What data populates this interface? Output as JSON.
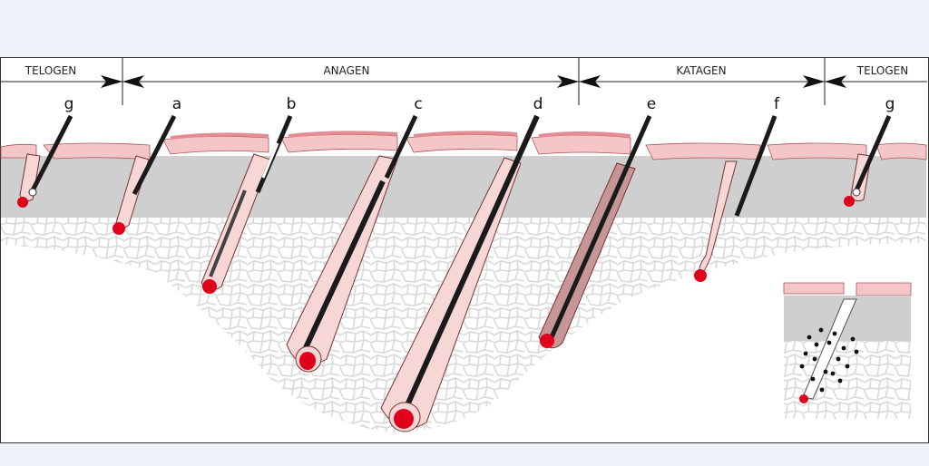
{
  "phases": [
    "TELOGEN",
    "ANAGEN",
    "KATAGEN",
    "TELOGEN"
  ],
  "stages": [
    "g",
    "a",
    "b",
    "c",
    "d",
    "e",
    "f",
    "g"
  ],
  "colors": {
    "background": "#eef3fa",
    "epidermis": "#f4c6c8",
    "epidermis_top": "#e48b93",
    "dermis": "#cfcfcf",
    "follicle": "#f7d6d6",
    "hair": "#1a1a1a",
    "papilla": "#e0001b",
    "cells": "#ffffff",
    "cell_lines": "#d9d9d9"
  }
}
